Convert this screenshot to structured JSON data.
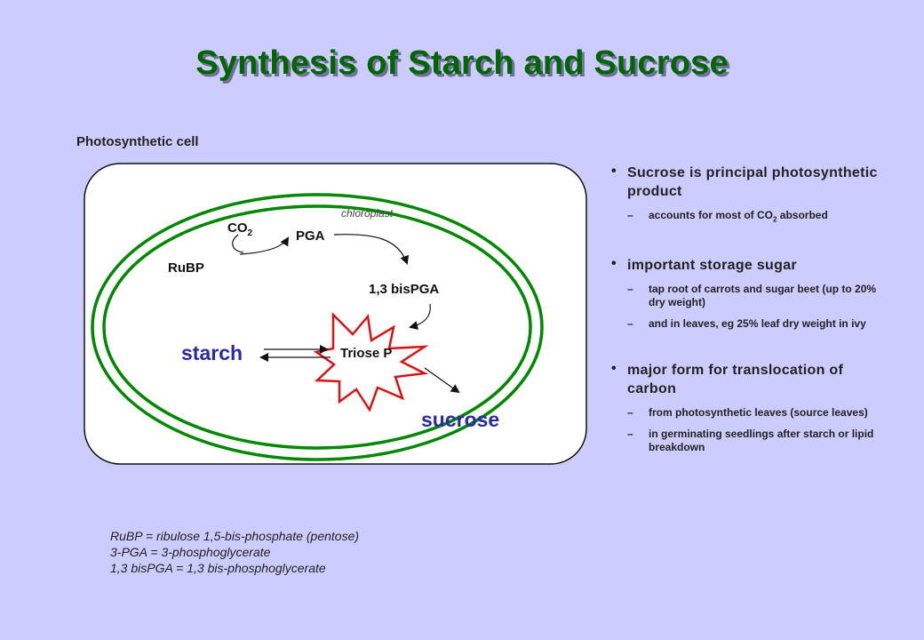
{
  "title": "Synthesis of Starch and Sucrose",
  "cell_label": "Photosynthetic cell",
  "diagram": {
    "chloroplast_label": "chloroplast",
    "co2_main": "CO",
    "co2_sub": "2",
    "pga": "PGA",
    "rubp": "RuBP",
    "bispga": "1,3 bisPGA",
    "triose": "Triose P",
    "starch": "starch",
    "sucrose": "sucrose"
  },
  "bullets": [
    {
      "main": "Sucrose is principal photosynthetic product",
      "subs": [
        {
          "text": "accounts for most of CO",
          "sub": "2",
          "after": " absorbed"
        }
      ]
    },
    {
      "main": "important storage sugar",
      "subs": [
        {
          "text": "tap root of carrots and sugar beet (up to 20% dry weight)"
        },
        {
          "text": "and in leaves, eg 25% leaf dry weight in ivy"
        }
      ]
    },
    {
      "main": "major form for translocation of carbon",
      "subs": [
        {
          "text": "from photosynthetic leaves (source leaves)"
        },
        {
          "text": "in germinating seedlings after starch or lipid breakdown"
        }
      ]
    }
  ],
  "legend": [
    "RuBP = ribulose 1,5-bis-phosphate (pentose)",
    "3-PGA = 3-phosphoglycerate",
    "1,3 bisPGA = 1,3 bis-phosphoglycerate"
  ],
  "colors": {
    "title": "#006600",
    "membrane": "#008800",
    "starch_sucrose": "#2a2aa8",
    "burst_fill": "#ffffff",
    "burst_stroke": "#dd1111"
  }
}
